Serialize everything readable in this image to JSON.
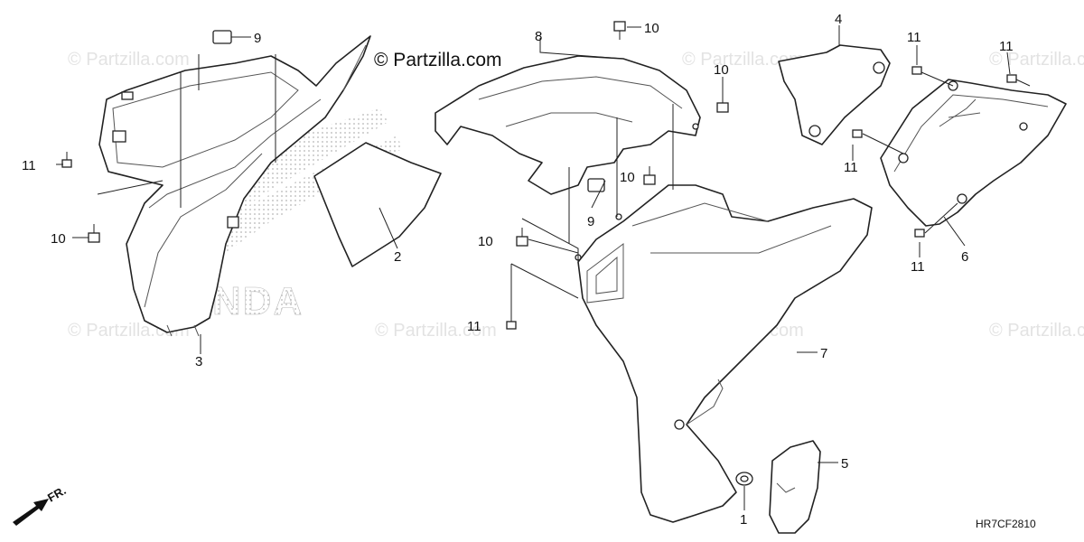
{
  "copyright": "© Partzilla.com",
  "watermark": "© Partzilla.com",
  "diagram_code": "HR7CF2810",
  "direction_label": "FR.",
  "brand_mark": "HONDA",
  "callouts": [
    {
      "id": "c9a",
      "label": "9"
    },
    {
      "id": "c11a",
      "label": "11"
    },
    {
      "id": "c10a",
      "label": "10"
    },
    {
      "id": "c3",
      "label": "3"
    },
    {
      "id": "c2",
      "label": "2"
    },
    {
      "id": "c8",
      "label": "8"
    },
    {
      "id": "c10b",
      "label": "10"
    },
    {
      "id": "c10c",
      "label": "10"
    },
    {
      "id": "c10d",
      "label": "10"
    },
    {
      "id": "c9b",
      "label": "9"
    },
    {
      "id": "c10e",
      "label": "10"
    },
    {
      "id": "c11b",
      "label": "11"
    },
    {
      "id": "c4",
      "label": "4"
    },
    {
      "id": "c11c",
      "label": "11"
    },
    {
      "id": "c11d",
      "label": "11"
    },
    {
      "id": "c11e",
      "label": "11"
    },
    {
      "id": "c11f",
      "label": "11"
    },
    {
      "id": "c6",
      "label": "6"
    },
    {
      "id": "c7",
      "label": "7"
    },
    {
      "id": "c5",
      "label": "5"
    },
    {
      "id": "c1",
      "label": "1"
    }
  ]
}
